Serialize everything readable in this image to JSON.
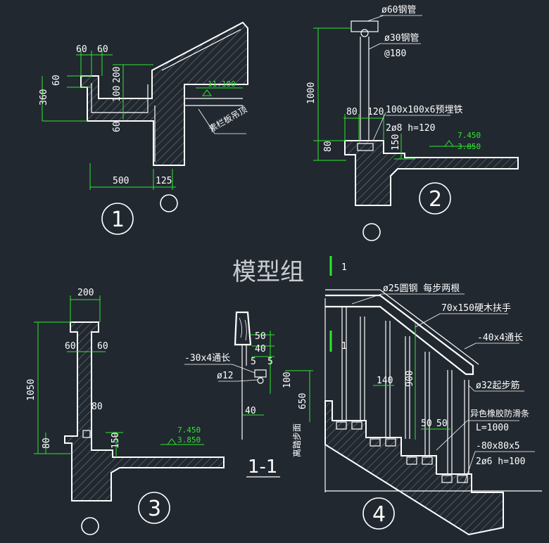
{
  "watermark": "模型组",
  "detail1": {
    "number": "1",
    "dims": {
      "d60a": "60",
      "d60b": "60",
      "d360": "360",
      "d60c": "60",
      "d200": "200",
      "d100": "100",
      "d60d": "60",
      "d500": "500",
      "d125": "125"
    },
    "level": "11.100",
    "note": "素栏板吊顶"
  },
  "detail2": {
    "number": "2",
    "labels": {
      "pipe60": "ø60钢管",
      "pipe30": "ø30钢管",
      "spacing": "@180",
      "plate": "100x100x6预埋铁",
      "rebar": "2ø8 h=120"
    },
    "dims": {
      "d1000": "1000",
      "d80a": "80",
      "d120": "120",
      "d80b": "80",
      "d150": "150"
    },
    "levels": [
      "7.450",
      "3.850"
    ]
  },
  "detail3": {
    "number": "3",
    "dims": {
      "d200": "200",
      "d60a": "60",
      "d60b": "60",
      "d1050": "1050",
      "d80a": "80",
      "d80b": "80",
      "d150": "150"
    },
    "levels": [
      "7.450",
      "3.850"
    ]
  },
  "section": {
    "title": "1-1",
    "marks": [
      "1",
      "1"
    ],
    "dims": {
      "d50": "50",
      "d40a": "40",
      "d5a": "5",
      "d5b": "5",
      "d100": "100",
      "d40b": "40",
      "d650": "650"
    },
    "labels": {
      "flat": "-30x4通长",
      "rod": "ø12",
      "side": "离踏步面"
    }
  },
  "detail4": {
    "number": "4",
    "labels": {
      "rod25": "ø25圆钢 每步两根",
      "handrail": "70x150硬木扶手",
      "flat": "-40x4通长",
      "rod32": "ø32起步筋",
      "strip": "异色橡胶防滑条",
      "stripLen": "L=1000",
      "angle": "-80x80x5",
      "rebar": "2ø6 h=100"
    },
    "dims": {
      "d140": "140",
      "d900": "900",
      "d50a": "50",
      "d50b": "50"
    }
  }
}
